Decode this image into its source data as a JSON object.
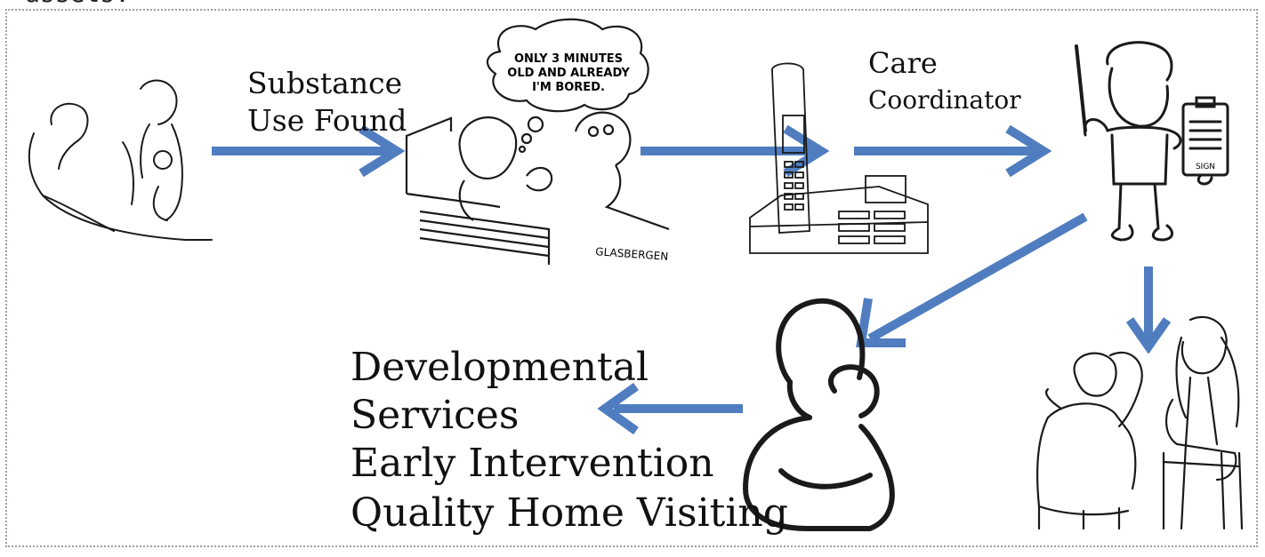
{
  "clipped_top_text": "assets:",
  "labels": {
    "substance_use_line1": "Substance",
    "substance_use_line2": "Use Found",
    "care_line1": "Care",
    "care_line2": "Coordinator",
    "services_line1": "Developmental",
    "services_line2": "Services",
    "services_line3": "Early Intervention",
    "services_line4": "Quality Home Visiting"
  },
  "cartoon": {
    "bubble_line1": "ONLY 3 MINUTES",
    "bubble_line2": "OLD AND ALREADY",
    "bubble_line3": "I'M BORED.",
    "signature": "GLASBERGEN"
  },
  "clipboard_text": "SIGN",
  "colors": {
    "arrow": "#4f7dbf",
    "frame": "#9aa0a8",
    "ink": "#1a1a1a"
  },
  "icons": [
    "clinic-exam-illustration",
    "newborn-cartoon",
    "cordless-phone",
    "care-coordinator-figure",
    "mother-child-icon",
    "counseling-session-illustration"
  ]
}
